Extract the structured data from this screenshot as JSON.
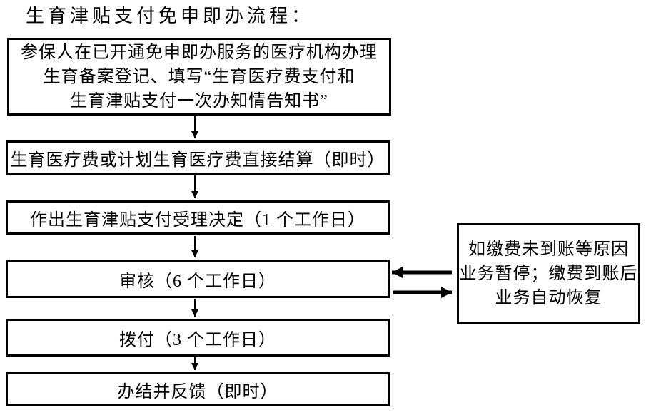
{
  "title": "生育津贴支付免申即办流程：",
  "flow": {
    "steps": [
      {
        "id": "register",
        "lines": [
          "参保人在已开通免申即办服务的医疗机构办理",
          "生育备案登记、填写“生育医疗费支付和",
          "生育津贴支付一次办知情告知书”"
        ]
      },
      {
        "id": "settlement",
        "label": "生育医疗费或计划生育医疗费直接结算（即时）"
      },
      {
        "id": "acceptance",
        "label": "作出生育津贴支付受理决定（1 个工作日）"
      },
      {
        "id": "review",
        "label": "审核（6 个工作日）"
      },
      {
        "id": "payment",
        "label": "拨付（3 个工作日）"
      },
      {
        "id": "completion",
        "label": "办结并反馈（即时）"
      }
    ]
  },
  "side_note": {
    "lines": [
      "如缴费未到账等原因",
      "业务暂停；缴费到账后",
      "业务自动恢复"
    ]
  },
  "connectors": {
    "down_arrow_count": 5,
    "pause_arrows": [
      "left-arrow",
      "right-arrow"
    ]
  },
  "colors": {
    "ink": "#000000",
    "background": "#ffffff"
  }
}
